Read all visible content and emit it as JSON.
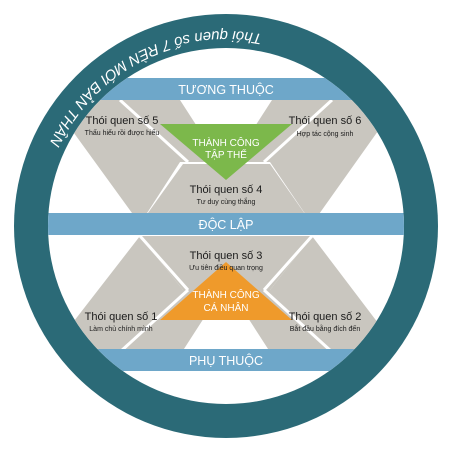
{
  "ring_title": "Thói quen số 7 RÈN MỚI BẢN THÂN",
  "bands": {
    "top": "TƯƠNG THUỘC",
    "middle": "ĐỘC LẬP",
    "bottom": "PHỤ THUỘC"
  },
  "public_victory": {
    "line1": "THÀNH CÔNG",
    "line2": "TẬP THỂ"
  },
  "private_victory": {
    "line1": "THÀNH CÔNG",
    "line2": "CÁ NHÂN"
  },
  "habits": {
    "h1": {
      "title": "Thói quen số 1",
      "subtitle": "Làm chủ chính mình"
    },
    "h2": {
      "title": "Thói quen số 2",
      "subtitle": "Bắt đầu bằng đích đến"
    },
    "h3": {
      "title": "Thói quen số 3",
      "subtitle": "Ưu tiên điều quan trọng"
    },
    "h4": {
      "title": "Thói quen số 4",
      "subtitle": "Tư duy cùng thắng"
    },
    "h5": {
      "title": "Thói quen số 5",
      "subtitle": "Thấu hiểu rồi được hiểu"
    },
    "h6": {
      "title": "Thói quen số 6",
      "subtitle": "Hợp tác cộng sinh"
    }
  },
  "colors": {
    "ring": "#2b6a77",
    "band": "#6ea7c9",
    "panel": "#c9c6bf",
    "triangle_green": "#7cb84b",
    "triangle_orange": "#ef9a2b",
    "text_dark": "#1b1b1b",
    "text_light": "#ffffff"
  }
}
